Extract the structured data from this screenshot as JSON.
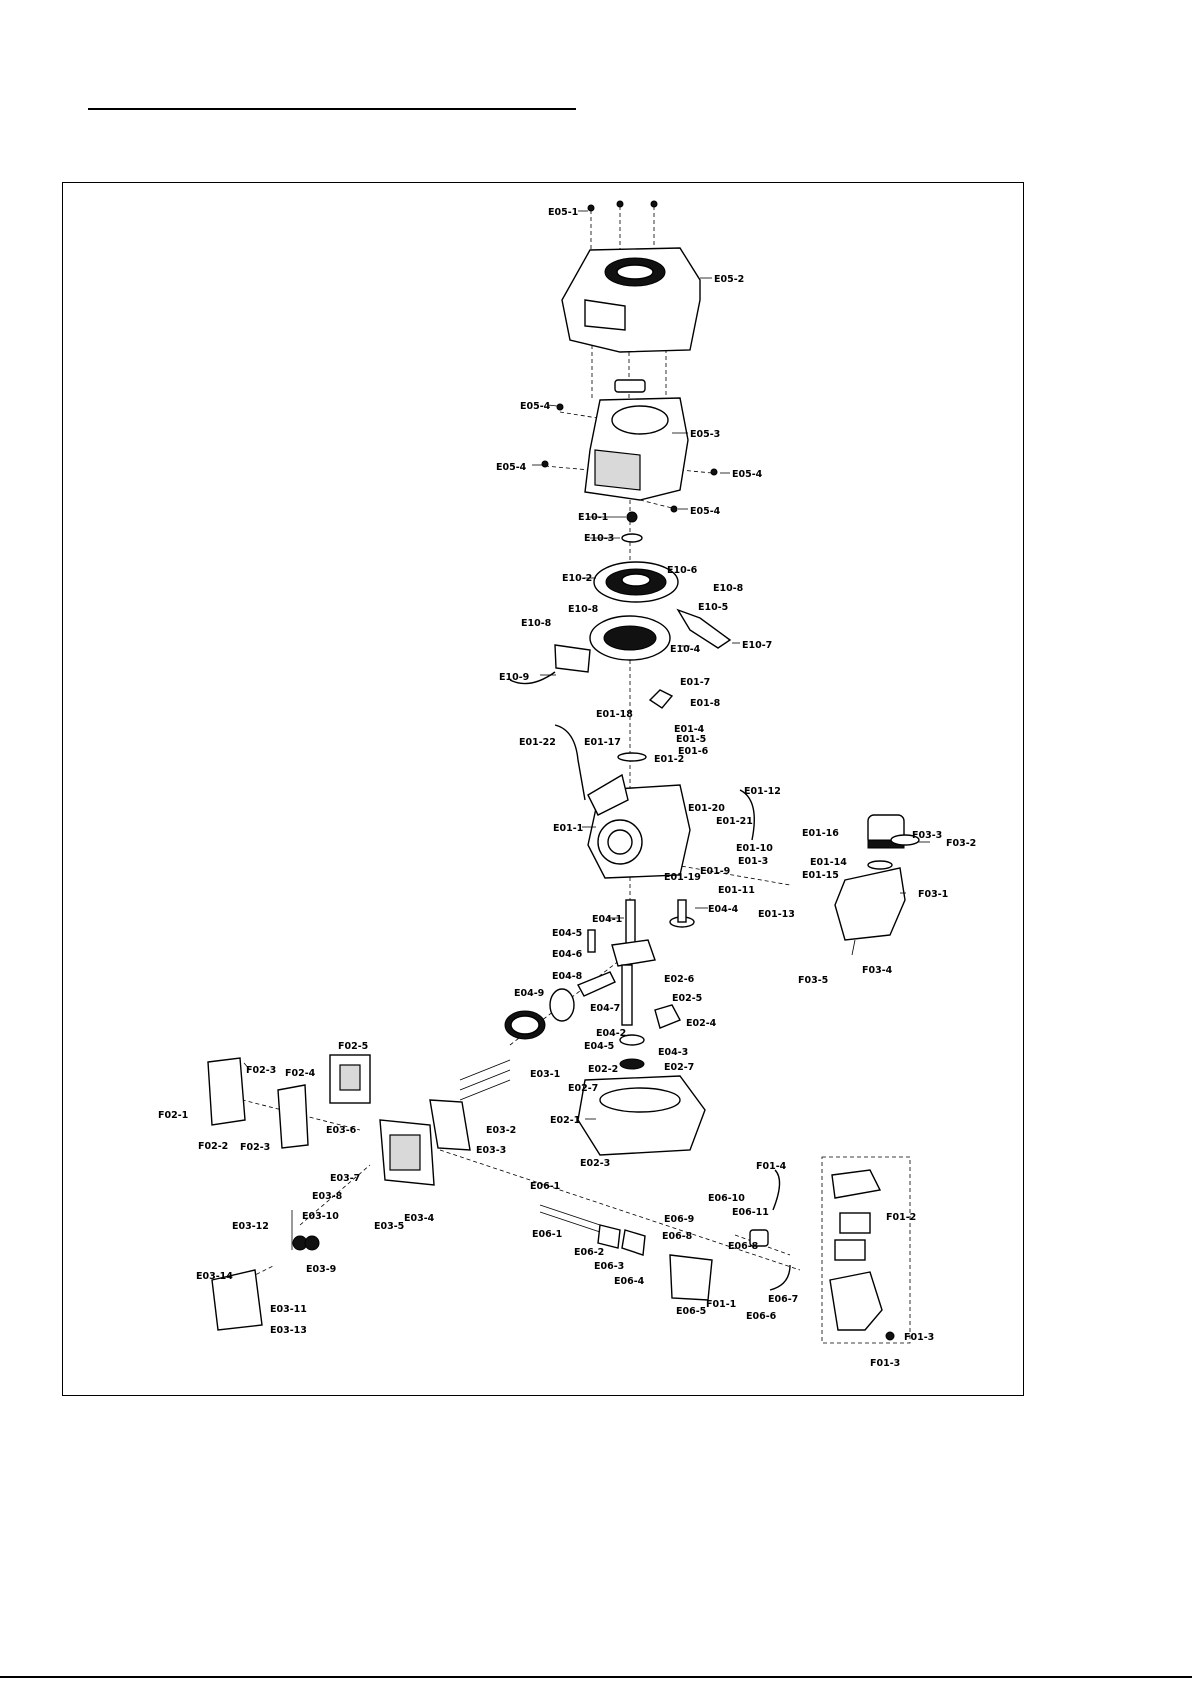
{
  "labels": {
    "E05-1": "E05-1",
    "E05-2": "E05-2",
    "E05-3": "E05-3",
    "E05-4a": "E05-4",
    "E05-4b": "E05-4",
    "E05-4c": "E05-4",
    "E05-4d": "E05-4",
    "E10-1": "E10-1",
    "E10-3": "E10-3",
    "E10-2": "E10-2",
    "E10-6": "E10-6",
    "E10-8a": "E10-8",
    "E10-8b": "E10-8",
    "E10-8c": "E10-8",
    "E10-5": "E10-5",
    "E10-4": "E10-4",
    "E10-7": "E10-7",
    "E10-9": "E10-9",
    "E01-7": "E01-7",
    "E01-8": "E01-8",
    "E01-18": "E01-18",
    "E01-22": "E01-22",
    "E01-17": "E01-17",
    "E01-4": "E01-4",
    "E01-5": "E01-5",
    "E01-6": "E01-6",
    "E01-2": "E01-2",
    "E01-20": "E01-20",
    "E01-21": "E01-21",
    "E01-12": "E01-12",
    "E01-1": "E01-1",
    "E01-16": "E01-16",
    "E01-10": "E01-10",
    "E01-3": "E01-3",
    "E01-14": "E01-14",
    "E01-15": "E01-15",
    "E01-9": "E01-9",
    "E01-11": "E01-11",
    "E01-19": "E01-19",
    "E01-13": "E01-13",
    "F03-3": "F03-3",
    "F03-2": "F03-2",
    "F03-1": "F03-1",
    "F03-4": "F03-4",
    "F03-5": "F03-5",
    "E04-1": "E04-1",
    "E04-4": "E04-4",
    "E04-5a": "E04-5",
    "E04-6": "E04-6",
    "E04-8": "E04-8",
    "E04-9": "E04-9",
    "E04-7": "E04-7",
    "E04-2": "E04-2",
    "E04-5b": "E04-5",
    "E04-3": "E04-3",
    "E02-6": "E02-6",
    "E02-5": "E02-5",
    "E02-4": "E02-4",
    "E02-2": "E02-2",
    "E02-7a": "E02-7",
    "E02-7b": "E02-7",
    "E02-1": "E02-1",
    "E02-3": "E02-3",
    "F02-5": "F02-5",
    "F02-3a": "F02-3",
    "F02-4": "F02-4",
    "F02-1": "F02-1",
    "F02-2": "F02-2",
    "F02-3b": "F02-3",
    "E03-1": "E03-1",
    "E03-2": "E03-2",
    "E03-3": "E03-3",
    "E03-6": "E03-6",
    "E03-7": "E03-7",
    "E03-8": "E03-8",
    "E03-12": "E03-12",
    "E03-10": "E03-10",
    "E03-9": "E03-9",
    "E03-5": "E03-5",
    "E03-4": "E03-4",
    "E03-14": "E03-14",
    "E03-11": "E03-11",
    "E03-13": "E03-13",
    "E06-1a": "E06-1",
    "E06-1b": "E06-1",
    "E06-10": "E06-10",
    "E06-11": "E06-11",
    "E06-9": "E06-9",
    "E06-8a": "E06-8",
    "E06-8b": "E06-8",
    "E06-2": "E06-2",
    "E06-3": "E06-3",
    "E06-4": "E06-4",
    "E06-5": "E06-5",
    "E06-6": "E06-6",
    "E06-7": "E06-7",
    "F01-4": "F01-4",
    "F01-2": "F01-2",
    "F01-1": "F01-1",
    "F01-3a": "F01-3",
    "F01-3b": "F01-3"
  }
}
